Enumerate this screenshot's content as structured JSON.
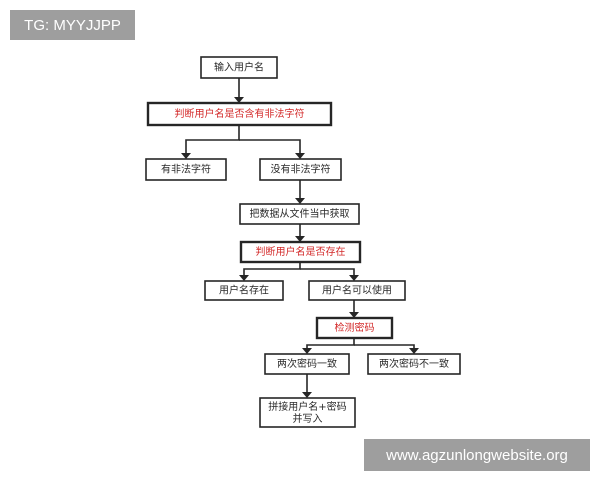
{
  "watermark_top": "TG: MYYJJPP",
  "watermark_bottom": "www.agzunlongwebsite.org",
  "flowchart": {
    "nodes": {
      "input_username": "输入用户名",
      "check_illegal_chars": "判断用户名是否含有非法字符",
      "has_illegal_chars": "有非法字符",
      "no_illegal_chars": "没有非法字符",
      "fetch_from_file": "把数据从文件当中获取",
      "check_user_exists": "判断用户名是否存在",
      "user_exists": "用户名存在",
      "user_available": "用户名可以使用",
      "check_password": "检测密码",
      "passwords_match": "两次密码一致",
      "passwords_mismatch": "两次密码不一致",
      "concat_write_line1": "拼接用户名+密码",
      "concat_write_line2": "并写入"
    },
    "highlight_color": "#d32a2a",
    "line_color": "#262626"
  }
}
